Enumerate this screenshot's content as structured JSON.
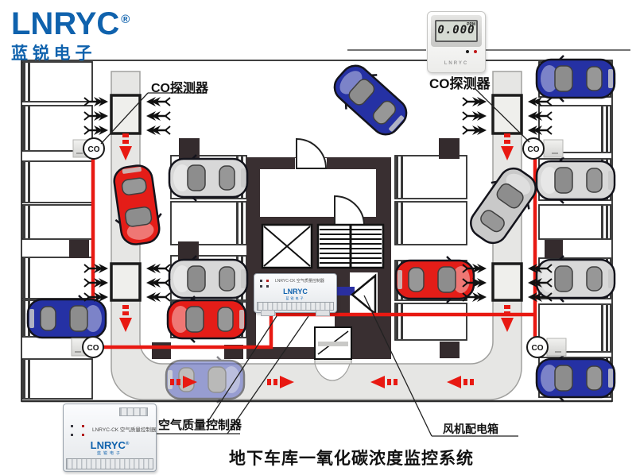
{
  "brand": {
    "logo": "LNRYC",
    "reg": "®",
    "sub": "蓝 锐 电 子"
  },
  "title": "地下车库一氧化碳浓度监控系统",
  "labels": {
    "co_detector_left": "CO探测器",
    "co_detector_right": "CO探测器",
    "air_quality_controller": "空气质量控制器",
    "fan_power_box": "风机配电箱"
  },
  "co_detector": {
    "display_value": "0.000",
    "display_unit": "PPM",
    "brand": "LNRYC"
  },
  "controller_center": {
    "model": "LNRYC-CK 空气质量控制器",
    "brand": "LNRYC",
    "brand_sub": "蓝锐电子"
  },
  "controller_large": {
    "model": "LNRYC-CK 空气质量控制器",
    "brand": "LNRYC",
    "reg": "®",
    "brand_sub": "蓝锐电子"
  },
  "sensors": {
    "tag": "CO"
  },
  "colors": {
    "brand_blue": "#0f62ad",
    "wire_red": "#e81912",
    "duct_gray": "#e6e6e4",
    "wall_dark": "#392f31",
    "car_blue": "#2531a4",
    "car_red": "#e41d18",
    "car_silver": "#d8d8d8"
  }
}
